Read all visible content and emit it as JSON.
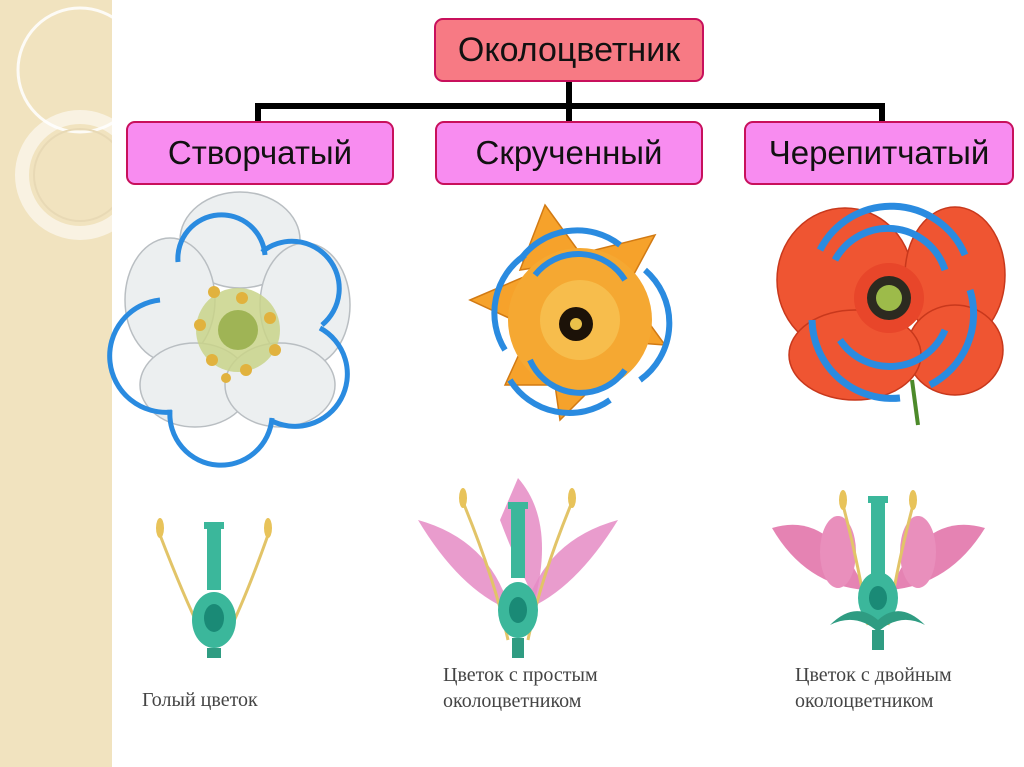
{
  "diagram": {
    "root": "Околоцветник",
    "categories": [
      {
        "label": "Створчатый",
        "flower": "white-flower"
      },
      {
        "label": "Скрученный",
        "flower": "orange-flower"
      },
      {
        "label": "Черепитчатый",
        "flower": "red-poppy"
      }
    ]
  },
  "captions": {
    "naked": "Голый цветок",
    "simple_line1": "Цветок с простым",
    "simple_line2": "околоцветником",
    "double_line1": "Цветок с двойным",
    "double_line2": "околоцветником"
  },
  "colors": {
    "root_fill": "#f77a84",
    "category_fill": "#f88cf0",
    "box_border": "#c8105c",
    "arrow": "#2a8be0",
    "side_band": "#f1e3bf"
  }
}
